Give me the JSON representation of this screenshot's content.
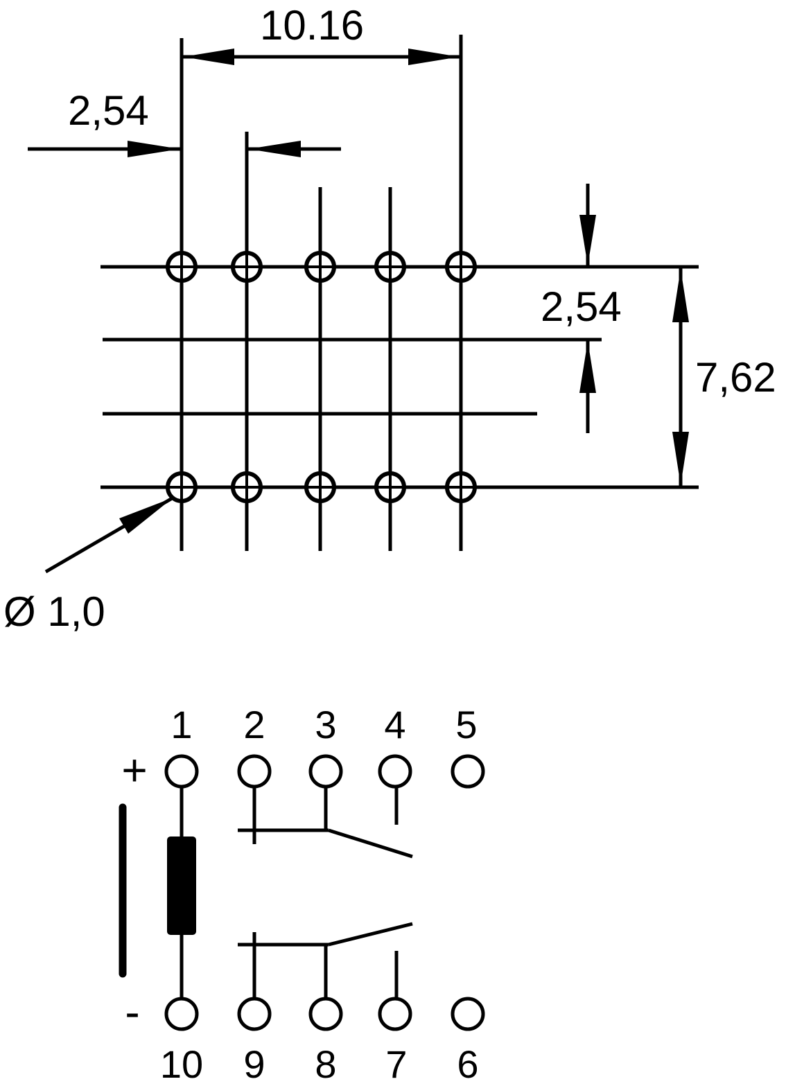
{
  "footprint": {
    "dim_pitch_total": "10.16",
    "dim_pitch_horizontal": "2,54",
    "dim_pitch_vertical": "2,54",
    "dim_row_spacing": "7,62",
    "hole_diameter": "Ø 1,0"
  },
  "schematic": {
    "top_pins": [
      "1",
      "2",
      "3",
      "4",
      "5"
    ],
    "bottom_pins": [
      "10",
      "9",
      "8",
      "7",
      "6"
    ],
    "plus_sign": "+",
    "minus_sign": "-"
  }
}
